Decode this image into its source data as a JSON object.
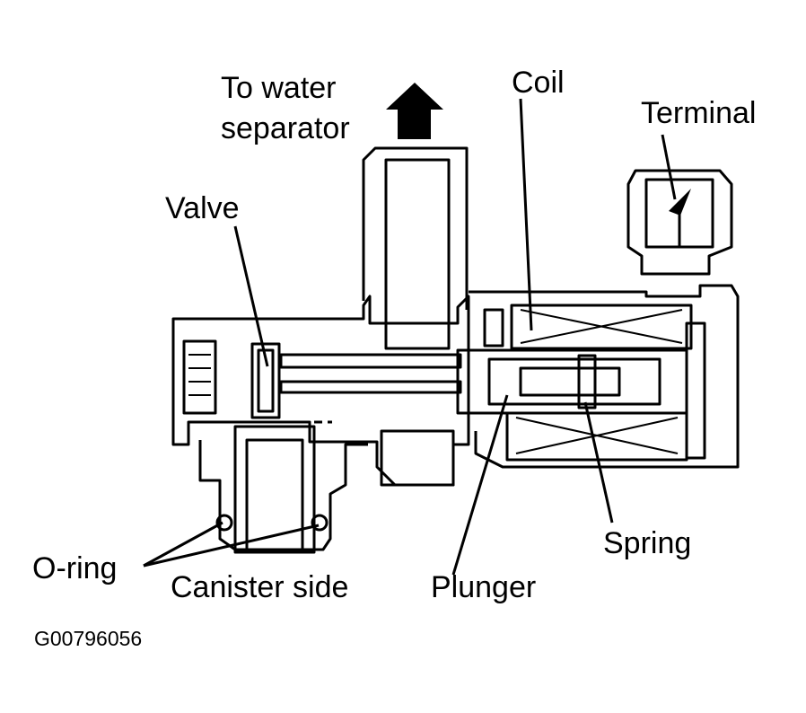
{
  "labels": {
    "to_water_line1": "To water",
    "to_water_line2": "separator",
    "coil": "Coil",
    "terminal": "Terminal",
    "valve": "Valve",
    "o_ring": "O-ring",
    "canister_side": "Canister side",
    "plunger": "Plunger",
    "spring": "Spring"
  },
  "figure_id": "G00796056",
  "colors": {
    "ink": "#000000",
    "background": "#ffffff"
  }
}
